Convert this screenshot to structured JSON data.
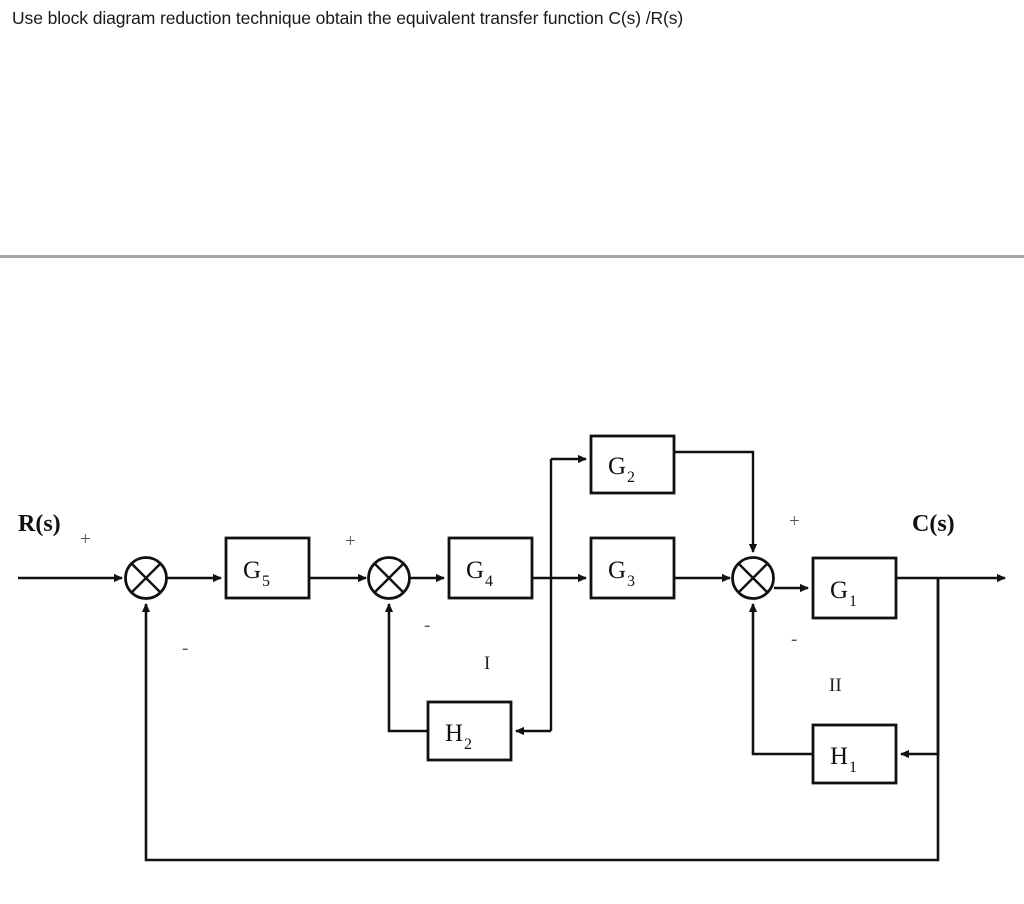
{
  "question": {
    "text": "Use block diagram reduction technique obtain the equivalent transfer function C(s) /R(s)"
  },
  "diagram": {
    "title": "block-diagram-reduction",
    "input_label": "R(s)",
    "output_label": "C(s)",
    "blocks": [
      {
        "id": "G5",
        "label": "G",
        "sub": "5"
      },
      {
        "id": "G4",
        "label": "G",
        "sub": "4"
      },
      {
        "id": "G3",
        "label": "G",
        "sub": "3"
      },
      {
        "id": "G2",
        "label": "G",
        "sub": "2"
      },
      {
        "id": "G1",
        "label": "G",
        "sub": "1"
      },
      {
        "id": "H2",
        "label": "H",
        "sub": "2"
      },
      {
        "id": "H1",
        "label": "H",
        "sub": "1"
      }
    ],
    "summing_junctions": [
      {
        "id": "sum1",
        "plus": "+",
        "minus": "-"
      },
      {
        "id": "sum2",
        "plus": "+",
        "minus": "-"
      },
      {
        "id": "sum3",
        "plus": "+",
        "minus": "-"
      }
    ],
    "loop_labels": [
      {
        "id": "loop-I",
        "text": "I"
      },
      {
        "id": "loop-II",
        "text": "II"
      }
    ],
    "colors": {
      "line": "#111111",
      "divider": "#a6a6a6",
      "text": "#1a1a1a",
      "sign": "#555555",
      "background": "#ffffff"
    }
  }
}
